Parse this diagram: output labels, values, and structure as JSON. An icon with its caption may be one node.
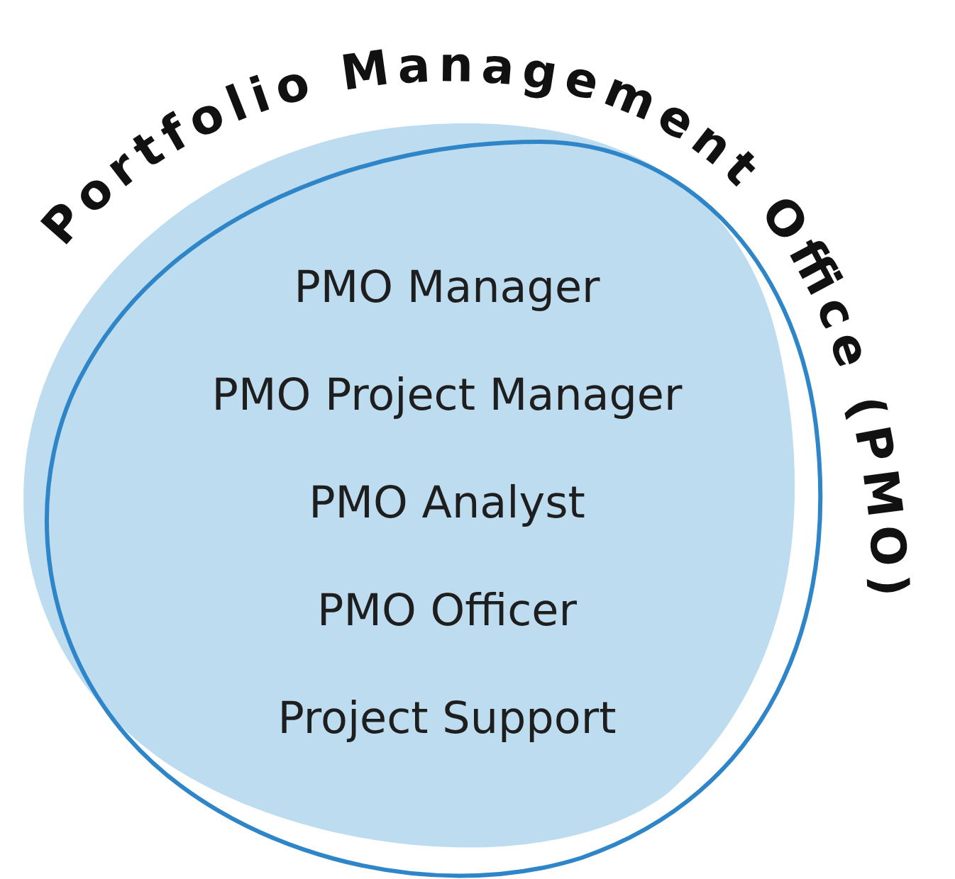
{
  "diagram": {
    "nodes": [
      {
        "text": [
          "Portfolio Management Office (PMO)",
          "PMO Manager",
          "PMO Project Manager",
          "PMO Analyst",
          "PMO Officer",
          "Project Support"
        ]
      }
    ]
  }
}
